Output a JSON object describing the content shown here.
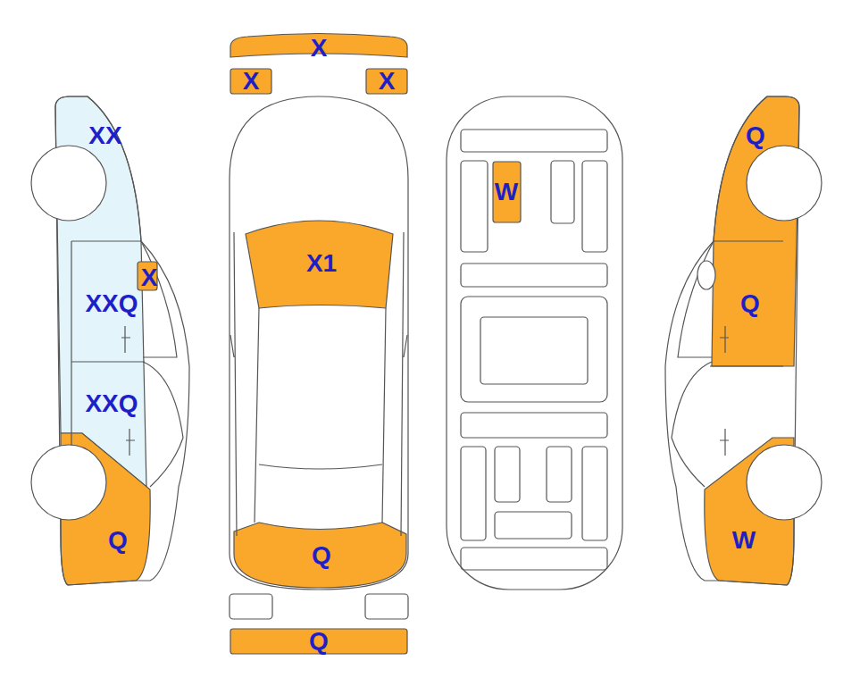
{
  "diagram": {
    "nodes": [
      {
        "text": [
          "X"
        ]
      },
      {
        "text": [
          "X"
        ]
      },
      {
        "text": [
          "X"
        ]
      },
      {
        "text": [
          "W"
        ]
      },
      {
        "text": [
          "Q"
        ]
      }
    ],
    "labels": [
      "XX",
      "X",
      "XXQ",
      "XXQ",
      "Q",
      "X1",
      "Q",
      "Q",
      "Q",
      "W"
    ]
  }
}
